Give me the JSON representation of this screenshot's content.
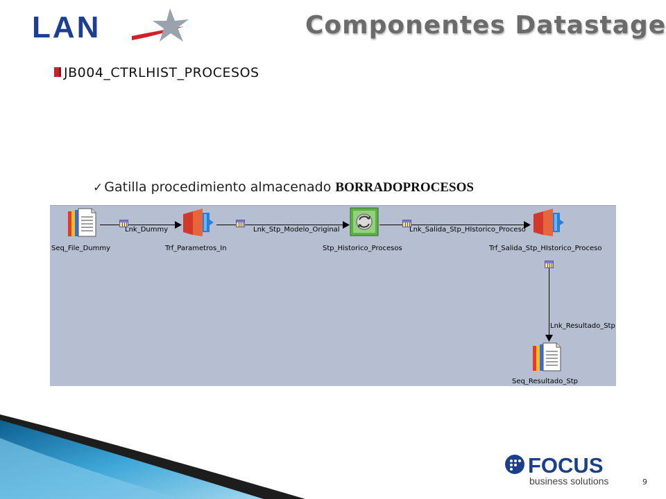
{
  "header": {
    "logo_text": "LAN",
    "title": "Componentes Datastage"
  },
  "job": {
    "name": "JB004_CTRLHIST_PROCESOS",
    "description_prefix": "Gatilla procedimiento almacenado ",
    "description_strong": "BORRADOPROCESOS"
  },
  "canvas": {
    "stages": [
      {
        "name": "Seq_File_Dummy",
        "icon": "sequential-file-icon"
      },
      {
        "name": "Trf_Parametros_In",
        "icon": "transformer-icon"
      },
      {
        "name": "Stp_Historico_Procesos",
        "icon": "stored-procedure-icon"
      },
      {
        "name": "Trf_Salida_Stp_HIstorico_Proceso",
        "icon": "transformer-icon"
      },
      {
        "name": "Seq_Resultado_Stp",
        "icon": "sequential-file-icon"
      }
    ],
    "links": [
      {
        "name": "Lnk_Dummy"
      },
      {
        "name": "Lnk_Stp_Modelo_Original"
      },
      {
        "name": "Lnk_Salida_Stp_HIstorico_Proceso"
      },
      {
        "name": "Lnk_Resultado_Stp"
      }
    ]
  },
  "footer": {
    "brand": "FOCUS",
    "tagline": "business solutions",
    "page_number": "9"
  },
  "colors": {
    "canvas_bg": "#b6bfd1",
    "bullet": "#c8242b",
    "lan_blue": "#1e3f8f",
    "lan_red": "#d0202c",
    "focus_blue": "#1b3f8b"
  }
}
